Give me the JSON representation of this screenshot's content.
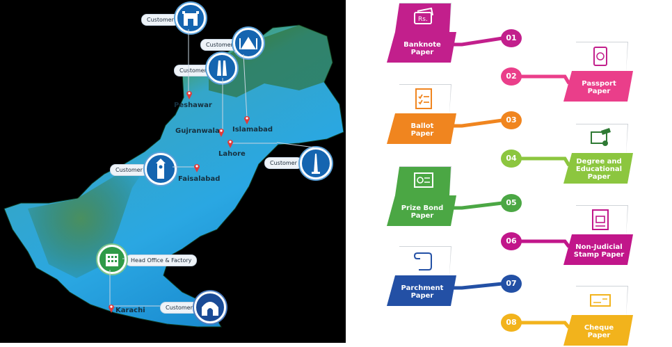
{
  "map": {
    "pill_customer": "Customer",
    "pill_head_office": "Head Office & Factory",
    "cities": {
      "peshawar": "Peshawar",
      "gujranwala": "Gujranwala",
      "islamabad": "Islamabad",
      "lahore": "Lahore",
      "faisalabad": "Faisalabad",
      "karachi": "Karachi"
    }
  },
  "products": [
    {
      "num": "01",
      "label1": "Banknote",
      "label2": "Paper",
      "color": "#c21f8c",
      "icon": "banknote-icon"
    },
    {
      "num": "02",
      "label1": "Passport",
      "label2": "Paper",
      "color": "#ea3e8a",
      "icon": "passport-icon"
    },
    {
      "num": "03",
      "label1": "Ballot",
      "label2": "Paper",
      "color": "#f0851f",
      "icon": "ballot-icon"
    },
    {
      "num": "04",
      "label1": "Degree and",
      "label2": "Educational",
      "label3": "Paper",
      "color": "#8cc63f",
      "icon": "certificate-icon"
    },
    {
      "num": "05",
      "label1": "Prize  Bond",
      "label2": "Paper",
      "color": "#4ba744",
      "icon": "prize-bond-icon"
    },
    {
      "num": "06",
      "label1": "Non-Judicial",
      "label2": "Stamp Paper",
      "color": "#c1168a",
      "icon": "stamp-paper-icon"
    },
    {
      "num": "07",
      "label1": "Parchment",
      "label2": "Paper",
      "color": "#2350a5",
      "icon": "scroll-icon"
    },
    {
      "num": "08",
      "label1": "Cheque",
      "label2": "Paper",
      "color": "#f2b31c",
      "icon": "cheque-icon"
    }
  ]
}
